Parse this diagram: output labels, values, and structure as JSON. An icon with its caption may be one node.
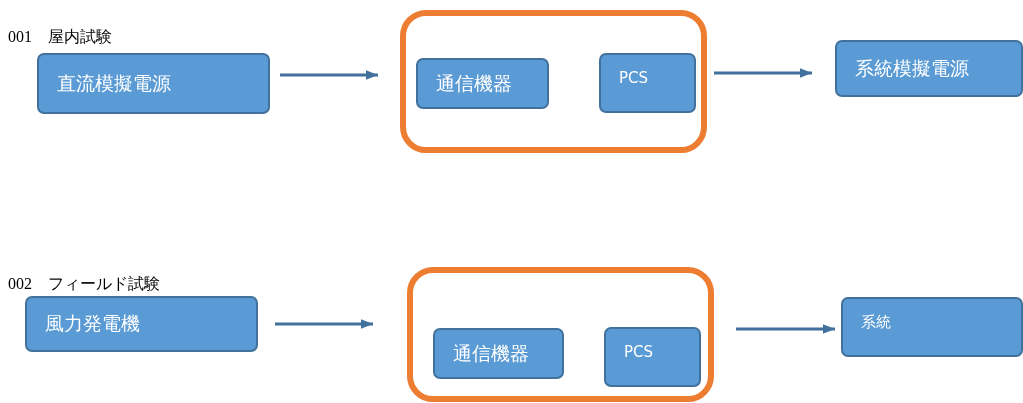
{
  "diagram": {
    "nodes": [
      {
        "text": [],
        "shape": "box"
      },
      {
        "text": [
          "直流模擬電源"
        ]
      },
      {
        "text": [
          "通信機器"
        ],
        "in": 0
      },
      {
        "text": [
          "PCS"
        ],
        "in": 0
      },
      {
        "text": [
          "系統模擬電源"
        ]
      },
      {
        "text": [],
        "shape": "box"
      },
      {
        "text": [
          "風力発電機"
        ]
      },
      {
        "text": [
          "通信機器"
        ],
        "in": 5
      },
      {
        "text": [
          "PCS"
        ],
        "in": 5
      },
      {
        "text": [
          "系統"
        ]
      }
    ],
    "edges": [
      {
        "from": 1,
        "to": 0,
        "arrow": "to"
      },
      {
        "from": 0,
        "to": 4,
        "arrow": "to"
      },
      {
        "from": 6,
        "to": 5,
        "arrow": "to"
      },
      {
        "from": 5,
        "to": 9,
        "arrow": "to"
      }
    ],
    "labels": [
      "001　屋内試験",
      "002　フィールド試験"
    ]
  }
}
